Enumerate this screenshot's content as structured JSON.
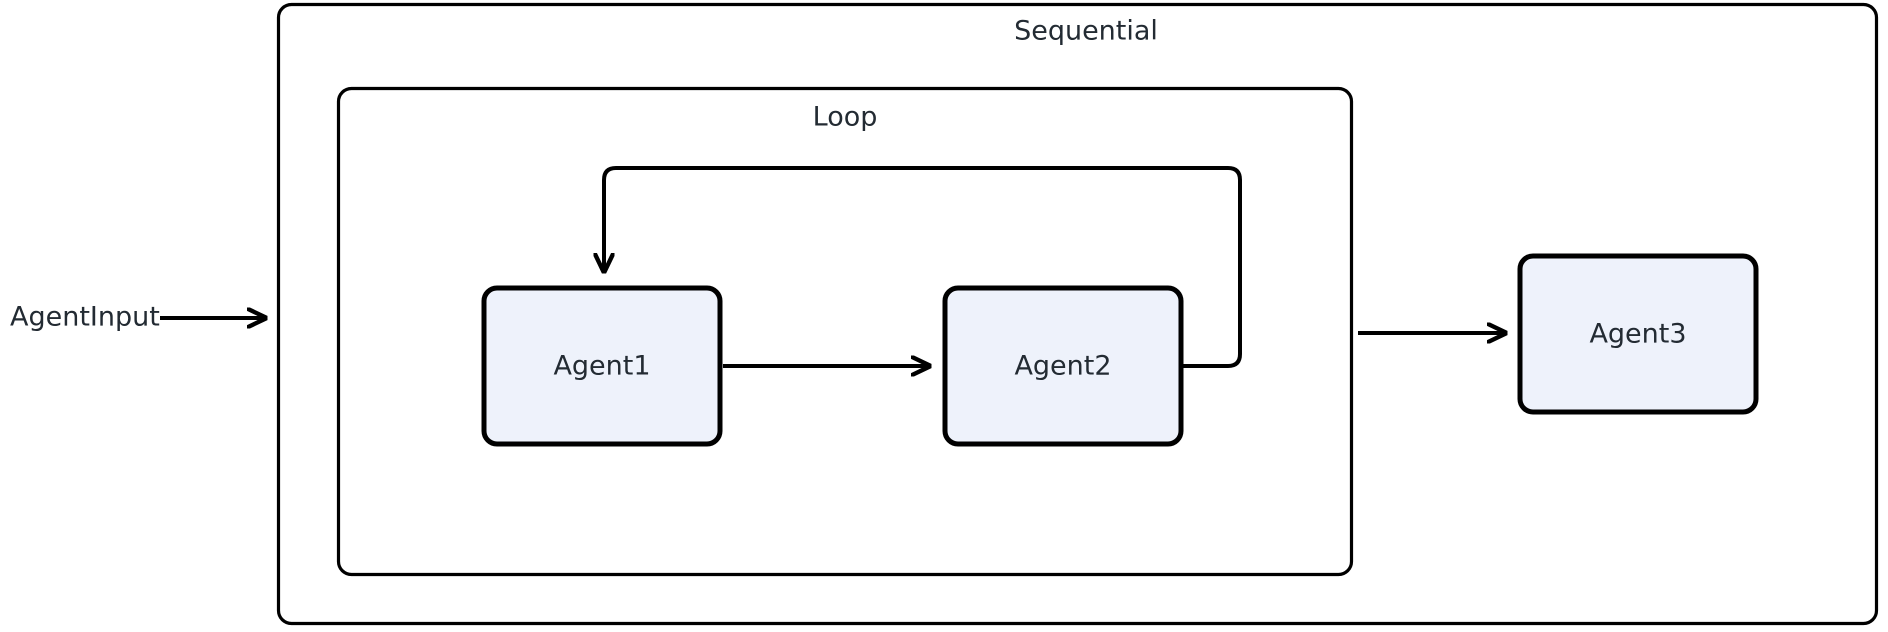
{
  "diagram": {
    "type": "agent-workflow-flowchart",
    "background_color": "#ffffff",
    "node_fill_color": "#eef2fb",
    "stroke_color": "#000000",
    "text_color": "#232b33",
    "external_inputs": [
      {
        "id": "agent-input",
        "label": "AgentInput"
      }
    ],
    "groups": [
      {
        "id": "sequential",
        "label": "Sequential",
        "contains": [
          "loop",
          "agent3"
        ]
      },
      {
        "id": "loop",
        "label": "Loop",
        "contains": [
          "agent1",
          "agent2"
        ]
      }
    ],
    "nodes": [
      {
        "id": "agent1",
        "label": "Agent1"
      },
      {
        "id": "agent2",
        "label": "Agent2"
      },
      {
        "id": "agent3",
        "label": "Agent3"
      }
    ],
    "edges": [
      {
        "id": "input-to-sequential",
        "from": "agent-input",
        "to": "sequential",
        "kind": "arrow"
      },
      {
        "id": "agent1-to-agent2",
        "from": "agent1",
        "to": "agent2",
        "kind": "arrow"
      },
      {
        "id": "agent2-to-agent1-loopback",
        "from": "agent2",
        "to": "agent1",
        "kind": "arrow-loopback"
      },
      {
        "id": "loop-to-agent3",
        "from": "loop",
        "to": "agent3",
        "kind": "arrow"
      }
    ]
  }
}
